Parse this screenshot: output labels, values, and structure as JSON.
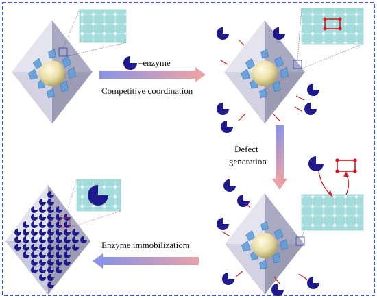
{
  "labels": {
    "legend_enzyme": "=enzyme",
    "competitive_coordination": "Competitive coordination",
    "defect_generation_line1": "Defect",
    "defect_generation_line2": "generation",
    "enzyme_immobilization": "Enzyme immobilizatiom"
  },
  "colors": {
    "frame_border": "#2b3fd1",
    "enzyme": "#1e1a8c",
    "lattice_fill": "#a4dcdc",
    "lattice_node": "#ffffff",
    "defect_marker": "#e0141c",
    "arrow_red": "#c8202a",
    "octahedron_light": "#dcdcea",
    "octahedron_dark": "#9a9ab2",
    "core_particle": "#e6dca0",
    "cluster_blue": "#5fa0da"
  },
  "icons": [
    "enzyme-pacman-icon",
    "octahedron-mof-icon",
    "lattice-zoom-icon",
    "defect-rectangle-icon",
    "nanoparticle-core-icon"
  ]
}
